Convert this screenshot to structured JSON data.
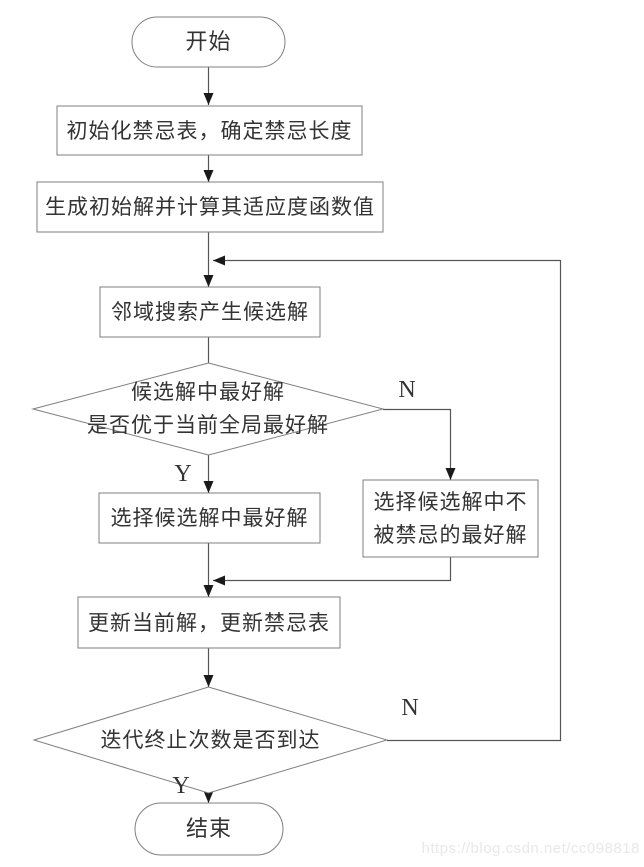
{
  "diagram": {
    "type": "flowchart",
    "nodes": {
      "start": {
        "type": "terminator",
        "label": "开始"
      },
      "init_tabu": {
        "type": "process",
        "label": "初始化禁忌表，确定禁忌长度"
      },
      "generate_initial": {
        "type": "process",
        "label": "生成初始解并计算其适应度函数值"
      },
      "neighborhood_search": {
        "type": "process",
        "label": "邻域搜索产生候选解"
      },
      "decision_better": {
        "type": "decision",
        "label": "候选解中最好解\n是否优于当前全局最好解"
      },
      "select_best": {
        "type": "process",
        "label": "选择候选解中最好解"
      },
      "select_non_tabu": {
        "type": "process",
        "label": "选择候选解中不\n被禁忌的最好解"
      },
      "update": {
        "type": "process",
        "label": "更新当前解，更新禁忌表"
      },
      "decision_terminate": {
        "type": "decision",
        "label": "迭代终止次数是否到达"
      },
      "end": {
        "type": "terminator",
        "label": "结束"
      }
    },
    "branch_labels": {
      "decision_better_yes": "Y",
      "decision_better_no": "N",
      "decision_terminate_yes": "Y",
      "decision_terminate_no": "N"
    },
    "edges": [
      {
        "from": "start",
        "to": "init_tabu"
      },
      {
        "from": "init_tabu",
        "to": "generate_initial"
      },
      {
        "from": "generate_initial",
        "to": "neighborhood_search"
      },
      {
        "from": "neighborhood_search",
        "to": "decision_better"
      },
      {
        "from": "decision_better",
        "to": "select_best",
        "label": "Y"
      },
      {
        "from": "decision_better",
        "to": "select_non_tabu",
        "label": "N"
      },
      {
        "from": "select_best",
        "to": "update"
      },
      {
        "from": "select_non_tabu",
        "to": "update"
      },
      {
        "from": "update",
        "to": "decision_terminate"
      },
      {
        "from": "decision_terminate",
        "to": "end",
        "label": "Y"
      },
      {
        "from": "decision_terminate",
        "to": "neighborhood_search",
        "label": "N"
      }
    ]
  },
  "watermark": {
    "text": "https://blog.csdn.net/cc098818"
  },
  "colors": {
    "background": "#ffffff",
    "shape_border": "#7f7f7f",
    "connector": "#555555",
    "arrow": "#1a1a1a",
    "text": "#333333",
    "watermark": "#e8e8e8"
  }
}
